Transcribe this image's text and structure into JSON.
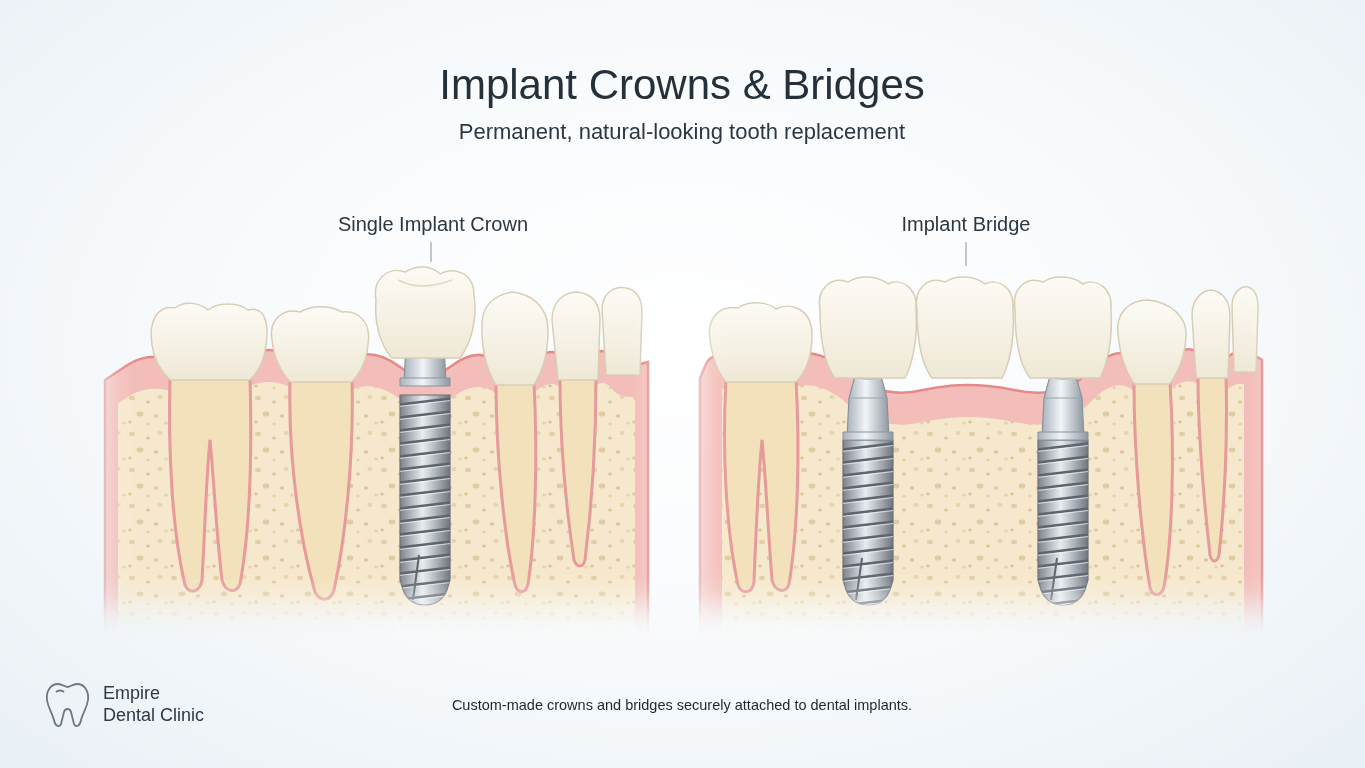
{
  "diagram": {
    "title": "Implant Crowns & Bridges",
    "caption": "Custom-made crowns and bridges securely attached to dental implants.",
    "labels": [
      "Permanent, natural-looking tooth replacement",
      "Single Implant Crown",
      "Implant Bridge",
      "Empire Dental Clinic"
    ]
  }
}
